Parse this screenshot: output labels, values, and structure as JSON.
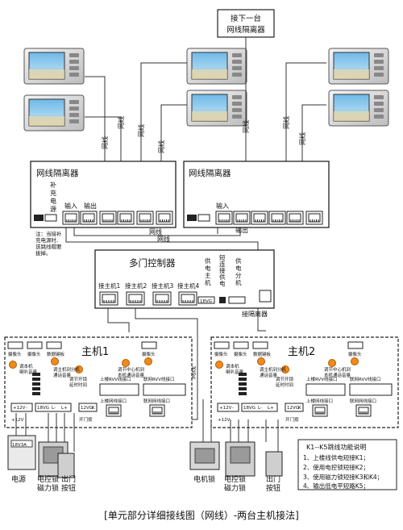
{
  "top_box": {
    "line1": "接下一台",
    "line2": "网线隔离器"
  },
  "wire_label": "网线",
  "isolator_left": {
    "title": "网线隔离器",
    "supply_label": [
      "补",
      "充",
      "电",
      "源"
    ],
    "in_label": "输入",
    "out_label": "输出",
    "note": [
      "注：当接补",
      "充电源时,",
      "该跳线帽要",
      "拔掉。"
    ]
  },
  "isolator_right": {
    "title": "网线隔离器",
    "in_label": "输入",
    "out_label": "输出"
  },
  "door_controller": {
    "title": "多门控制器",
    "ports": [
      "接主机1",
      "接主机2",
      "接主机3",
      "接主机4"
    ],
    "power_host": [
      "供",
      "电",
      "主",
      "机"
    ],
    "linked_supply": [
      "短",
      "连",
      "接",
      "供",
      "电"
    ],
    "power_ext": [
      "供",
      "电",
      "分",
      "机"
    ],
    "terminal_12v": "18VG",
    "to_isolator": "接隔离器"
  },
  "host1": {
    "title": "主机1",
    "top_labels": [
      "摄像头",
      "摄像头",
      "数据键板",
      "摄像头"
    ],
    "knob_labels": [
      "调本机",
      "喇叭音量",
      "调主机到分机",
      "通话音量",
      "调节开锁",
      "延时时间",
      "调节中心机到",
      "本机通话音量"
    ],
    "port_labels": [
      "上楼RVV线接口",
      "上楼网线接口",
      "联网RVV线接口",
      "联网网线接口"
    ],
    "terminals": [
      "+12V",
      "-",
      "18VG",
      "L-",
      "L+",
      "12VG",
      "K"
    ],
    "bottom_labels": [
      "+12V",
      "开门按"
    ]
  },
  "host2": {
    "title": "主机2",
    "top_labels": [
      "摄像头",
      "摄像头",
      "数据键板",
      "摄像头"
    ],
    "knob_labels": [
      "调本机",
      "喇叭音量",
      "调主机到分机",
      "通话音量",
      "调节开锁",
      "延时时间",
      "调节中心机到",
      "本机通话音量"
    ],
    "port_labels": [
      "上楼RVV线接口",
      "上楼网线接口",
      "联网RVV线接口",
      "联网网线接口"
    ],
    "terminals": [
      "+12V",
      "-",
      "18VG",
      "L-",
      "L+",
      "12VG",
      "K"
    ],
    "bottom_labels": [
      "+12V",
      "开门按"
    ]
  },
  "devices_left": {
    "power": "电源",
    "lock": [
      "电控锁",
      "磁力锁"
    ],
    "button": [
      "出门",
      "按钮"
    ],
    "psu_label": "18V3A"
  },
  "devices_right": {
    "lock": "电机锁",
    "lock2": [
      "电控锁",
      "磁力锁"
    ],
    "button": [
      "出门",
      "按钮"
    ]
  },
  "legend": {
    "title": "K1--K5跳线功能说明",
    "items": [
      "1、上楼线供电短接K1；",
      "2、使用电控锁短接K2；",
      "3、使用磁力锁短接K3和K4；",
      "4、输出低电平短路K5；"
    ]
  },
  "caption": "[单元部分详细接线图（网线）-两台主机接法]"
}
